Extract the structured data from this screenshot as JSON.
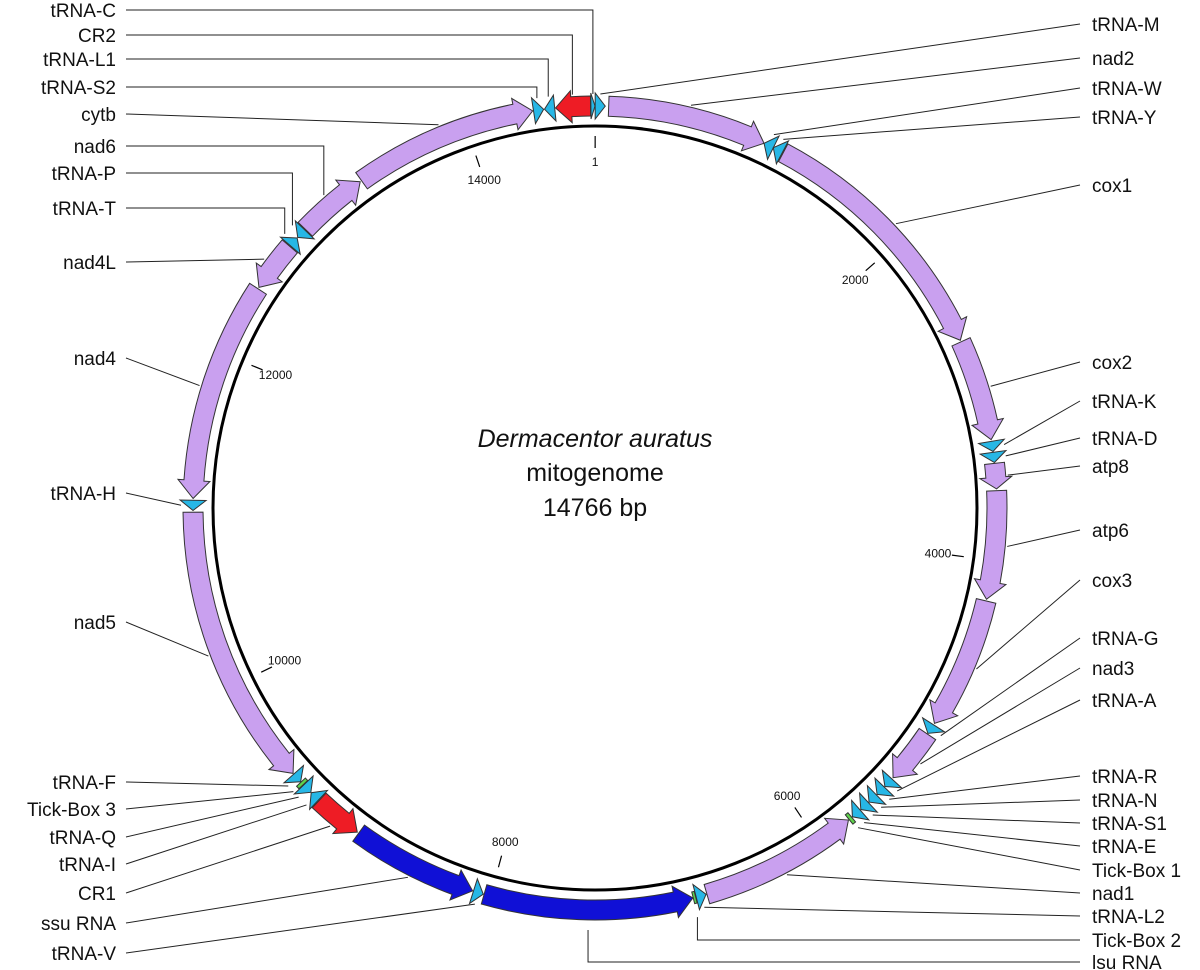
{
  "center": {
    "species": "Dermacentor auratus",
    "line2": "mitogenome",
    "line3": "14766 bp"
  },
  "genome_length": 14766,
  "colors": {
    "protein": "#c9a0ef",
    "trna": "#27b7e6",
    "rrna": "#1010d6",
    "control": "#ee1c25",
    "tickbox": "#5fd34d",
    "outline": "#333333"
  },
  "ticks": [
    {
      "pos": 1,
      "text": "1"
    },
    {
      "pos": 2000,
      "text": "2000"
    },
    {
      "pos": 4000,
      "text": "4000"
    },
    {
      "pos": 6000,
      "text": "6000"
    },
    {
      "pos": 8000,
      "text": "8000"
    },
    {
      "pos": 10000,
      "text": "10000"
    },
    {
      "pos": 12000,
      "text": "12000"
    },
    {
      "pos": 14000,
      "text": "14000"
    }
  ],
  "features": [
    {
      "name": "tRNA-M",
      "type": "trna",
      "start": 1,
      "end": 60,
      "strand": 1
    },
    {
      "name": "nad2",
      "type": "protein",
      "start": 80,
      "end": 1020,
      "strand": 1
    },
    {
      "name": "tRNA-W",
      "type": "trna",
      "start": 1020,
      "end": 1080,
      "strand": -1
    },
    {
      "name": "tRNA-Y",
      "type": "trna",
      "start": 1080,
      "end": 1140,
      "strand": -1
    },
    {
      "name": "cox1",
      "type": "protein",
      "start": 1145,
      "end": 2680,
      "strand": 1
    },
    {
      "name": "cox2",
      "type": "protein",
      "start": 2690,
      "end": 3290,
      "strand": 1
    },
    {
      "name": "tRNA-K",
      "type": "trna",
      "start": 3300,
      "end": 3360,
      "strand": 1
    },
    {
      "name": "tRNA-D",
      "type": "trna",
      "start": 3365,
      "end": 3425,
      "strand": 1
    },
    {
      "name": "atp8",
      "type": "protein",
      "start": 3430,
      "end": 3580,
      "strand": 1
    },
    {
      "name": "atp6",
      "type": "protein",
      "start": 3590,
      "end": 4230,
      "strand": 1
    },
    {
      "name": "cox3",
      "type": "protein",
      "start": 4240,
      "end": 5020,
      "strand": 1
    },
    {
      "name": "tRNA-G",
      "type": "trna",
      "start": 5030,
      "end": 5090,
      "strand": 1
    },
    {
      "name": "nad3",
      "type": "protein",
      "start": 5095,
      "end": 5420,
      "strand": 1
    },
    {
      "name": "tRNA-A",
      "type": "trna",
      "start": 5430,
      "end": 5490,
      "strand": 1
    },
    {
      "name": "tRNA-R",
      "type": "trna",
      "start": 5495,
      "end": 5555,
      "strand": 1
    },
    {
      "name": "tRNA-N",
      "type": "trna",
      "start": 5560,
      "end": 5620,
      "strand": 1
    },
    {
      "name": "tRNA-S1",
      "type": "trna",
      "start": 5625,
      "end": 5685,
      "strand": 1
    },
    {
      "name": "tRNA-E",
      "type": "trna",
      "start": 5690,
      "end": 5750,
      "strand": 1
    },
    {
      "name": "Tick-Box 1",
      "type": "tickbox",
      "start": 5755,
      "end": 5775,
      "strand": 0
    },
    {
      "name": "nad1",
      "type": "protein",
      "start": 5780,
      "end": 6720,
      "strand": -1
    },
    {
      "name": "tRNA-L2",
      "type": "trna",
      "start": 6725,
      "end": 6785,
      "strand": -1
    },
    {
      "name": "Tick-Box 2",
      "type": "tickbox",
      "start": 6788,
      "end": 6803,
      "strand": 0
    },
    {
      "name": "lsu RNA",
      "type": "rrna",
      "start": 6805,
      "end": 8040,
      "strand": -1
    },
    {
      "name": "tRNA-V",
      "type": "trna",
      "start": 8045,
      "end": 8105,
      "strand": -1
    },
    {
      "name": "ssu RNA",
      "type": "rrna",
      "start": 8110,
      "end": 8860,
      "strand": -1
    },
    {
      "name": "CR1",
      "type": "control",
      "start": 8870,
      "end": 9160,
      "strand": -1
    },
    {
      "name": "tRNA-I",
      "type": "trna",
      "start": 9165,
      "end": 9225,
      "strand": 1
    },
    {
      "name": "tRNA-Q",
      "type": "trna",
      "start": 9228,
      "end": 9288,
      "strand": -1
    },
    {
      "name": "Tick-Box 3",
      "type": "tickbox",
      "start": 9291,
      "end": 9311,
      "strand": 0
    },
    {
      "name": "tRNA-F",
      "type": "trna",
      "start": 9314,
      "end": 9374,
      "strand": -1
    },
    {
      "name": "nad5",
      "type": "protein",
      "start": 9380,
      "end": 11050,
      "strand": -1
    },
    {
      "name": "tRNA-H",
      "type": "trna",
      "start": 11060,
      "end": 11120,
      "strand": -1
    },
    {
      "name": "nad4",
      "type": "protein",
      "start": 11130,
      "end": 12430,
      "strand": -1
    },
    {
      "name": "nad4L",
      "type": "protein",
      "start": 12440,
      "end": 12740,
      "strand": -1
    },
    {
      "name": "tRNA-T",
      "type": "trna",
      "start": 12745,
      "end": 12805,
      "strand": 1
    },
    {
      "name": "tRNA-P",
      "type": "trna",
      "start": 12810,
      "end": 12870,
      "strand": -1
    },
    {
      "name": "nad6",
      "type": "protein",
      "start": 12875,
      "end": 13300,
      "strand": 1
    },
    {
      "name": "cytb",
      "type": "protein",
      "start": 13310,
      "end": 14400,
      "strand": 1
    },
    {
      "name": "tRNA-S2",
      "type": "trna",
      "start": 14405,
      "end": 14465,
      "strand": 1
    },
    {
      "name": "tRNA-L1",
      "type": "trna",
      "start": 14470,
      "end": 14530,
      "strand": -1
    },
    {
      "name": "CR2",
      "type": "control",
      "start": 14535,
      "end": 14740,
      "strand": -1
    },
    {
      "name": "tRNA-C",
      "type": "trna",
      "start": 14742,
      "end": 14766,
      "strand": 1
    }
  ]
}
